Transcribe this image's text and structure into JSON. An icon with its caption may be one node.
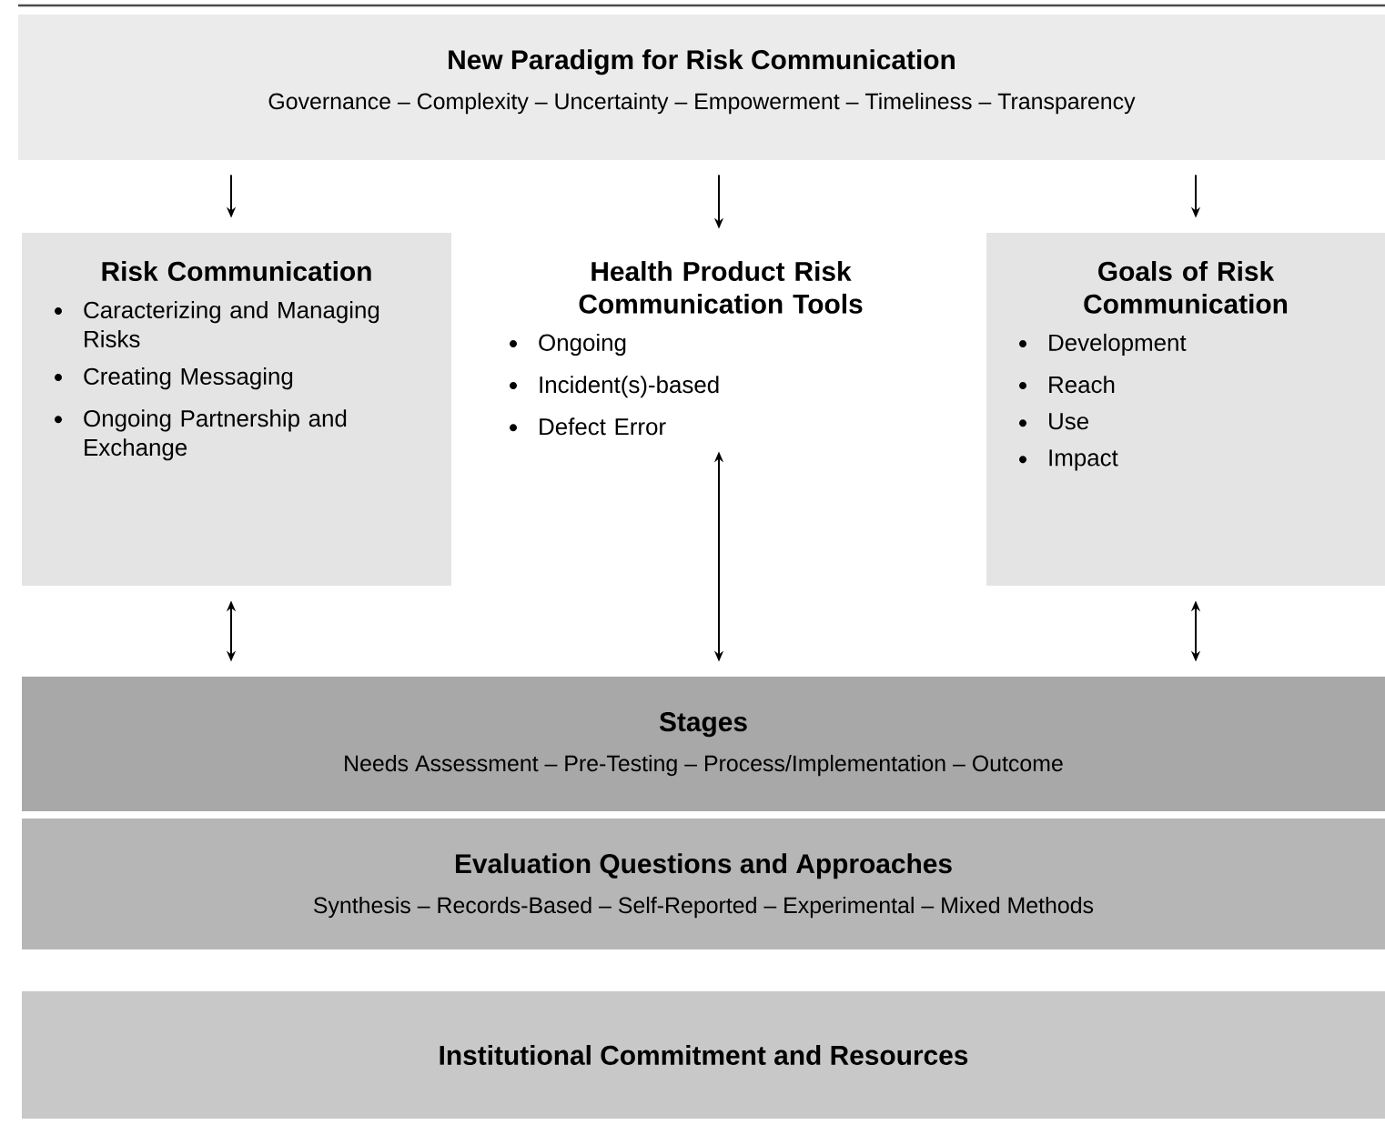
{
  "diagram": {
    "nodes": [
      {
        "text": [
          "New Paradigm for Risk Communication",
          "Governance – Complexity – Uncertainty – Empowerment – Timeliness – Transparency"
        ]
      },
      {
        "text": [
          "Risk Communication",
          "Caracterizing and Managing Risks",
          "Creating Messaging",
          "Ongoing Partnership and Exchange"
        ]
      },
      {
        "text": [
          "Health Product Risk Communication Tools",
          "Ongoing",
          "Incident(s)-based",
          "Defect Error"
        ]
      },
      {
        "text": [
          "Goals of Risk Communication",
          "Development",
          "Reach",
          "Use",
          "Impact"
        ]
      },
      {
        "text": [
          "Stages",
          "Needs Assessment – Pre-Testing – Process/Implementation – Outcome"
        ]
      },
      {
        "text": [
          "Evaluation Questions and Approaches",
          "Synthesis – Records-Based – Self-Reported – Experimental – Mixed Methods"
        ]
      },
      {
        "text": [
          "Institutional Commitment and Resources"
        ]
      }
    ],
    "edges": [
      {
        "from": 0,
        "to": 1,
        "arrow": "to"
      },
      {
        "from": 0,
        "to": 2,
        "arrow": "to"
      },
      {
        "from": 0,
        "to": 3,
        "arrow": "to"
      },
      {
        "from": 1,
        "to": 4,
        "arrow": "both"
      },
      {
        "from": 2,
        "to": 4,
        "arrow": "both"
      },
      {
        "from": 3,
        "to": 4,
        "arrow": "both"
      }
    ]
  }
}
